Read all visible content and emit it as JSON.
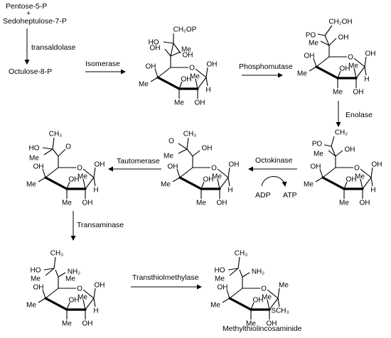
{
  "start": {
    "line1": "Pentose-5-P",
    "plus": "+",
    "line2": "Sedoheptulose-7-P"
  },
  "steps": {
    "transaldolase": "transaldolase",
    "isomerase": "Isomerase",
    "phosphomutase": "Phosphomutase",
    "enolase": "Enolase",
    "octokinase": "Octokinase",
    "tautomerase": "Tautomerase",
    "transaminase": "Transaminase",
    "transthiolmethylase": "Transthiolmethylase"
  },
  "cofactors": {
    "adp": "ADP",
    "atp": "ATP"
  },
  "intermediates": {
    "octulose": "Octulose-8-P"
  },
  "product": "Methylthiolincosaminide",
  "atoms": {
    "OH": "OH",
    "Me": "Me",
    "HO": "HO",
    "H": "H",
    "O": "O",
    "CH2OP": "CH₂OP",
    "CH2OH": "CH₂OH",
    "CH2": "CH₂",
    "CH3": "CH₃",
    "PO": "PO",
    "NH2": "NH₂",
    "SCH3": "SCH₃"
  }
}
